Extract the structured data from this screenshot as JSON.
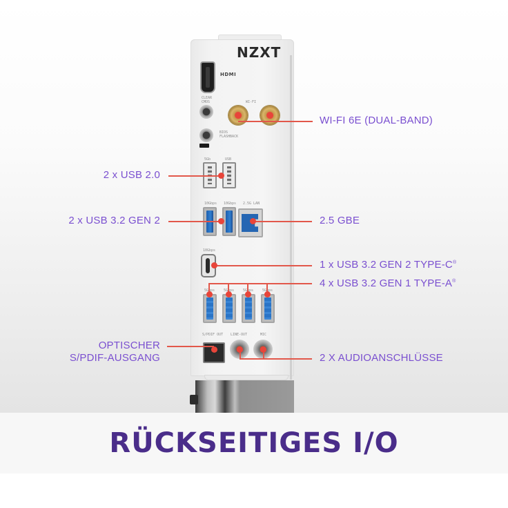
{
  "product": {
    "brand": "NZXT",
    "panel_markings": {
      "hdmi": "HDMI",
      "clear_cmos": "CLEAR CMOS",
      "wifi": "WI-FI",
      "bios_flashback": "BIOS FLASHBACK",
      "usb2_left": "5Gb",
      "usb2_right": "USB",
      "usb3_left": "10Gbps",
      "usb3_right": "10Gbps",
      "lan": "2.5G LAN",
      "typec": "10Gbps",
      "usb3a": [
        "5Gbps",
        "5Gbps",
        "5Gbps",
        "5Gbps"
      ],
      "spdif": "S/PDIF OUT",
      "line_out": "LINE-OUT",
      "mic": "MIC"
    }
  },
  "callouts": {
    "wifi": "WI-FI 6E (DUAL-BAND)",
    "usb20": "2 x USB 2.0",
    "usb32gen2": "2 x USB 3.2 GEN 2",
    "lan": "2.5 GBE",
    "typec": "1 x USB 3.2 GEN 2 TYPE-C",
    "typec_mark": "®",
    "usb32gen1": "4 x USB 3.2 GEN 1 TYPE-A",
    "usb32gen1_mark": "®",
    "spdif_line1": "OPTISCHER",
    "spdif_line2": "S/PDIF-AUSGANG",
    "audio": "2 X AUDIOANSCHLÜSSE"
  },
  "banner": {
    "title": "RÜCKSEITIGES I/O"
  },
  "colors": {
    "label": "#7a4fd0",
    "title": "#4a2d8a",
    "leader": "#e2574a",
    "usb3_blue": "#2f7fd1"
  }
}
